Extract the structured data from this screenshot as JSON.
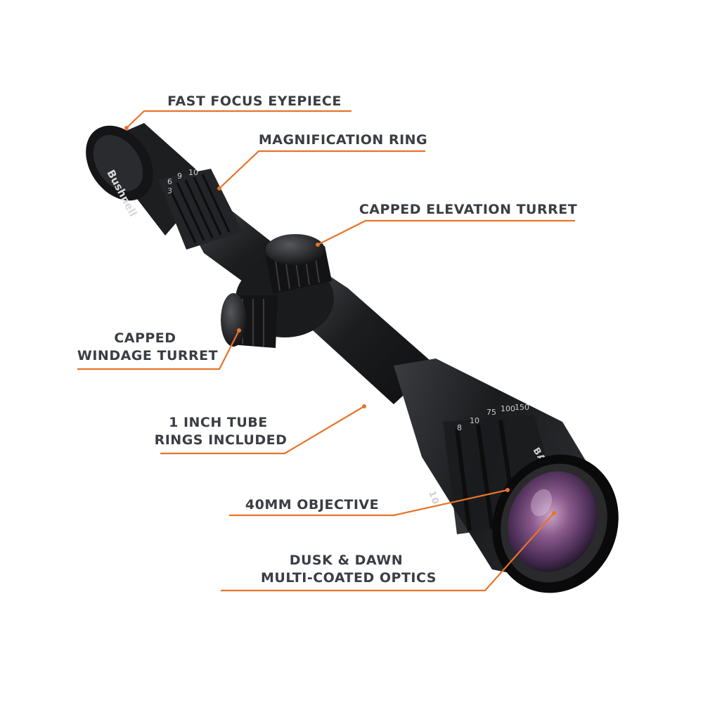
{
  "brand": "Bushnell",
  "model": "BANNER 2",
  "power_marking": "10",
  "mag_scale": [
    "3",
    "6",
    "9",
    "10"
  ],
  "parallax_scale": [
    "8",
    "10",
    "75",
    "100",
    "150"
  ],
  "callouts": {
    "eyepiece": {
      "lines": [
        "FAST FOCUS EYEPIECE"
      ]
    },
    "magring": {
      "lines": [
        "MAGNIFICATION RING"
      ]
    },
    "elevation": {
      "lines": [
        "CAPPED ELEVATION TURRET"
      ]
    },
    "windage": {
      "lines": [
        "CAPPED",
        "WINDAGE TURRET"
      ]
    },
    "tube": {
      "lines": [
        "1 INCH TUBE",
        "RINGS INCLUDED"
      ]
    },
    "objective": {
      "lines": [
        "40MM OBJECTIVE"
      ]
    },
    "optics": {
      "lines": [
        "DUSK & DAWN",
        "MULTI-COATED OPTICS"
      ]
    }
  },
  "colors": {
    "leader": "#e8732a",
    "label": "#3a3d42",
    "scope_body": "#1f2022",
    "lens_tint": "#7a4a7e"
  }
}
